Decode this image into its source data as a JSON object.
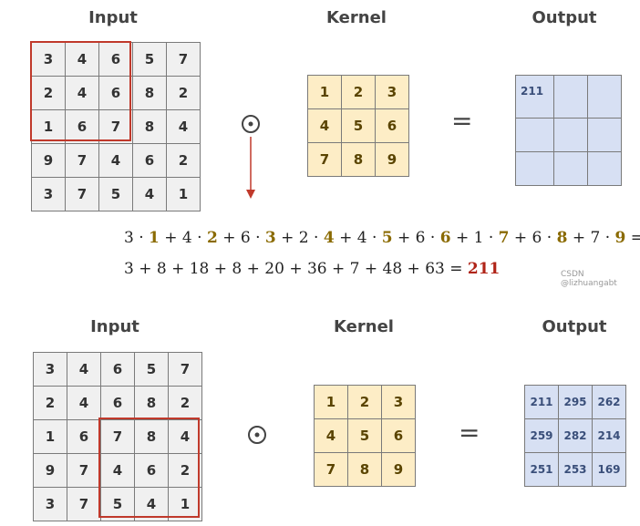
{
  "top": {
    "input_title": "Input",
    "kernel_title": "Kernel",
    "output_title": "Output",
    "input": [
      [
        "3",
        "4",
        "6",
        "5",
        "7"
      ],
      [
        "2",
        "4",
        "6",
        "8",
        "2"
      ],
      [
        "1",
        "6",
        "7",
        "8",
        "4"
      ],
      [
        "9",
        "7",
        "4",
        "6",
        "2"
      ],
      [
        "3",
        "7",
        "5",
        "4",
        "1"
      ]
    ],
    "kernel": [
      [
        "1",
        "2",
        "3"
      ],
      [
        "4",
        "5",
        "6"
      ],
      [
        "7",
        "8",
        "9"
      ]
    ],
    "output": [
      [
        "211",
        "",
        ""
      ],
      [
        "",
        "",
        ""
      ],
      [
        "",
        "",
        ""
      ]
    ]
  },
  "equation": {
    "line1": [
      {
        "t": "3 · "
      },
      {
        "t": "1",
        "k": true
      },
      {
        "t": " + 4 · "
      },
      {
        "t": "2",
        "k": true
      },
      {
        "t": " + 6 · "
      },
      {
        "t": "3",
        "k": true
      },
      {
        "t": " + 2 · "
      },
      {
        "t": "4",
        "k": true
      },
      {
        "t": " + 4 · "
      },
      {
        "t": "5",
        "k": true
      },
      {
        "t": " + 6 · "
      },
      {
        "t": "6",
        "k": true
      },
      {
        "t": " + 1 · "
      },
      {
        "t": "7",
        "k": true
      },
      {
        "t": " + 6 · "
      },
      {
        "t": "8",
        "k": true
      },
      {
        "t": " + 7 · "
      },
      {
        "t": "9",
        "k": true
      },
      {
        "t": " ="
      }
    ],
    "line2_text": "3 + 8 + 18 + 8 + 20 + 36 + 7 + 48 + 63 = ",
    "result": "211"
  },
  "watermark": "CSDN @lizhuangabt",
  "bottom": {
    "input_title": "Input",
    "kernel_title": "Kernel",
    "output_title": "Output",
    "input": [
      [
        "3",
        "4",
        "6",
        "5",
        "7"
      ],
      [
        "2",
        "4",
        "6",
        "8",
        "2"
      ],
      [
        "1",
        "6",
        "7",
        "8",
        "4"
      ],
      [
        "9",
        "7",
        "4",
        "6",
        "2"
      ],
      [
        "3",
        "7",
        "5",
        "4",
        "1"
      ]
    ],
    "kernel": [
      [
        "1",
        "2",
        "3"
      ],
      [
        "4",
        "5",
        "6"
      ],
      [
        "7",
        "8",
        "9"
      ]
    ],
    "output": [
      [
        "211",
        "295",
        "262"
      ],
      [
        "259",
        "282",
        "214"
      ],
      [
        "251",
        "253",
        "169"
      ]
    ]
  },
  "colors": {
    "highlight": "#c0392b",
    "input_bg": "#f0f0f0",
    "kernel_bg": "#fdedc6",
    "output_bg": "#d7e0f3"
  }
}
